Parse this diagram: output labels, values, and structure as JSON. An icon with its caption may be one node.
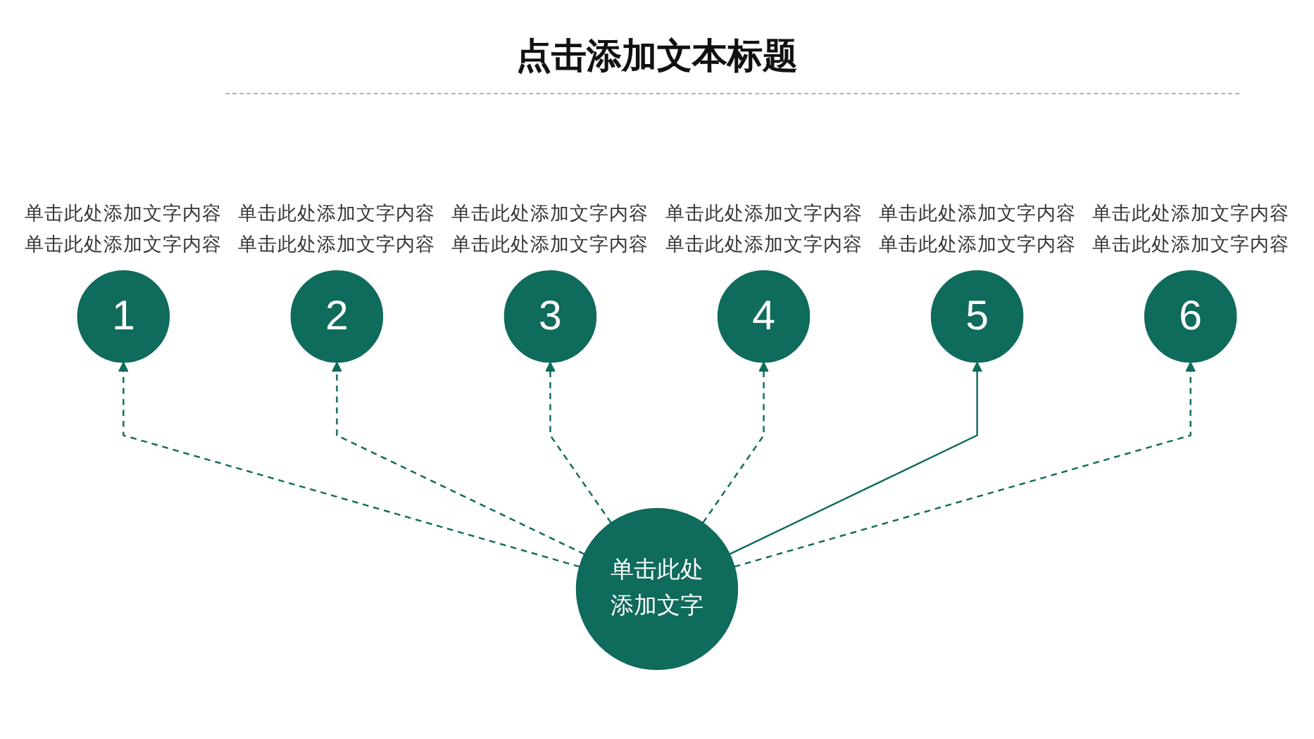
{
  "diagram": {
    "title": "点击添加文本标题",
    "nodes": [
      {
        "text": [
          "1"
        ],
        "beside": [
          "单击此处添加文字内容",
          "单击此处添加文字内容"
        ]
      },
      {
        "text": [
          "2"
        ],
        "beside": [
          "单击此处添加文字内容",
          "单击此处添加文字内容"
        ]
      },
      {
        "text": [
          "3"
        ],
        "beside": [
          "单击此处添加文字内容",
          "单击此处添加文字内容"
        ]
      },
      {
        "text": [
          "4"
        ],
        "beside": [
          "单击此处添加文字内容",
          "单击此处添加文字内容"
        ]
      },
      {
        "text": [
          "5"
        ],
        "beside": [
          "单击此处添加文字内容",
          "单击此处添加文字内容"
        ]
      },
      {
        "text": [
          "6"
        ],
        "beside": [
          "单击此处添加文字内容",
          "单击此处添加文字内容"
        ]
      },
      {
        "text": [
          "单击此处添加文字"
        ]
      }
    ],
    "edges": [
      {
        "from": 6,
        "to": 0,
        "arrow": "to",
        "style": "dashed"
      },
      {
        "from": 6,
        "to": 1,
        "arrow": "to",
        "style": "dashed"
      },
      {
        "from": 6,
        "to": 2,
        "arrow": "to",
        "style": "dashed"
      },
      {
        "from": 6,
        "to": 3,
        "arrow": "to",
        "style": "dashed"
      },
      {
        "from": 6,
        "to": 4,
        "arrow": "to"
      },
      {
        "from": 6,
        "to": 5,
        "arrow": "to",
        "style": "dashed"
      }
    ]
  }
}
